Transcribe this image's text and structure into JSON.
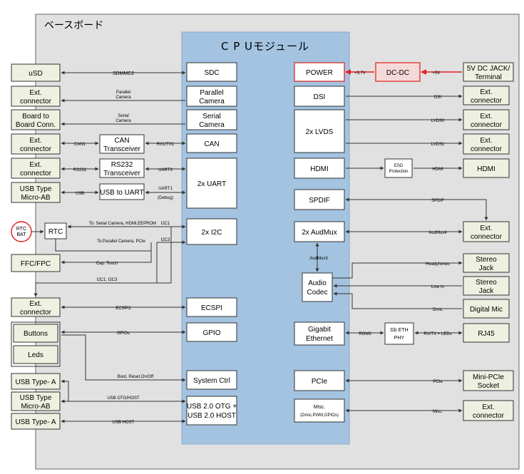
{
  "base_title": "ベースボード",
  "cpu_title": "C P Uモジュール",
  "cpu_blocks": {
    "sdc": "SDC",
    "parallel_camera": [
      "Parallel",
      "Camera"
    ],
    "serial_camera": [
      "Serial",
      "Camera"
    ],
    "can": "CAN",
    "uart": "2x UART",
    "i2c": "2x I2C",
    "ecspi": "ECSPI",
    "gpio": "GPIO",
    "system_ctrl": "System Ctrl",
    "usb_otg_host": [
      "USB 2.0 OTG +",
      "USB 2.0 HOST"
    ],
    "power": "POWER",
    "dsi": "DSI",
    "lvds": "2x LVDS",
    "hdmi": "HDMI",
    "spdif": "SPDIF",
    "audmux": "2x AudMux",
    "gigabit_ethernet": [
      "Gigabit",
      "Ethernet"
    ],
    "pcie": "PCIe",
    "misc": [
      "Misc.",
      "(Dmic,PWM,GPIOs)"
    ]
  },
  "left_blocks": {
    "usd": "uSD",
    "ext_conn_1": [
      "Ext.",
      "connector"
    ],
    "board_to_board": [
      "Board to",
      "Board Conn."
    ],
    "ext_conn_2": [
      "Ext.",
      "connector"
    ],
    "ext_conn_3": [
      "Ext.",
      "connector"
    ],
    "usb_micro_ab_1": [
      "USB Type",
      "Micro-AB"
    ],
    "rtc_bat": [
      "RTC",
      "BAT"
    ],
    "rtc": "RTC",
    "ffc_fpc": "FFC/FPC",
    "ext_conn_4": [
      "Ext.",
      "connector"
    ],
    "buttons": "Buttons",
    "leds": "Leds",
    "usb_type_a_1": "USB Type- A",
    "usb_micro_ab_2": [
      "USB Type",
      "Micro-AB"
    ],
    "usb_type_a_2": "USB Type- A",
    "can_transceiver": [
      "CAN",
      "Transceiver"
    ],
    "rs232_transceiver": [
      "RS232",
      "Transceiver"
    ],
    "usb_to_uart": "USB to UART"
  },
  "right_blocks": {
    "dc_dc": "DC-DC",
    "dc_jack": [
      "5V DC JACK/",
      "Terminal"
    ],
    "ext_conn_dsi": [
      "Ext.",
      "connector"
    ],
    "ext_conn_lvds0": [
      "Ext.",
      "connector"
    ],
    "ext_conn_lvds1": [
      "Ext.",
      "connector"
    ],
    "esd_protection": [
      "ESD",
      "Protection"
    ],
    "hdmi_conn": "HDMI",
    "ext_conn_audmux": [
      "Ext.",
      "connector"
    ],
    "audio_codec": [
      "Audio",
      "Codec"
    ],
    "stereo_jack_1": [
      "Stereo",
      "Jack"
    ],
    "stereo_jack_2": [
      "Stereo",
      "Jack"
    ],
    "digital_mic": "Digital Mic",
    "gb_eth_phy": [
      "Gb ETH",
      "PHY"
    ],
    "rj45": "RJ45",
    "mini_pcie": [
      "Mini-PCIe",
      "Socket"
    ],
    "ext_conn_misc": [
      "Ext.",
      "connector"
    ]
  },
  "signals": {
    "sdmmc2": "SDMMC2",
    "parallel_camera": [
      "Parallel",
      "Camera"
    ],
    "serial_camera": [
      "Serial",
      "Camera"
    ],
    "can1": "CAN1",
    "rx1tx1": "RX1/TX1",
    "rs232": "RS232",
    "uart3": "UART3",
    "usb": "USB",
    "uart1": [
      "UART1",
      "(Debug)"
    ],
    "i2c_serial": "To: Serial Camera, HDMI,EEPROM",
    "i2c1": "I2C1",
    "i2c_parallel": "To:Parallel Camera, PCIe",
    "i2c3": "I2C3",
    "cap_touch": "Cap. Touch",
    "i2c1_i2c3": "I2C1, I2C3",
    "ecspi1": "ECSPI1",
    "gpios": "GPIOs",
    "boot_reset": "Boot, Reset,On/Off",
    "usb_otg_host": "USB OTG/HOST",
    "usb_host": "USB HOST",
    "v37": "+3.7V",
    "v5": "+5V",
    "dsi": "DSI",
    "lvds0": "LVDS0",
    "lvds1": "LVDS1",
    "hdmi": "HDMI",
    "spdif": "SPDIF",
    "audmux4": "AudMux4",
    "audmux3": "AudMux3",
    "headphones": "Headphones",
    "line_in": "Line In",
    "dmic": "Dmic",
    "rgmii": "RGMII",
    "rx_tx_leds": "RX/TX + LEDs",
    "pcie": "PCIe",
    "misc": "Misc."
  }
}
